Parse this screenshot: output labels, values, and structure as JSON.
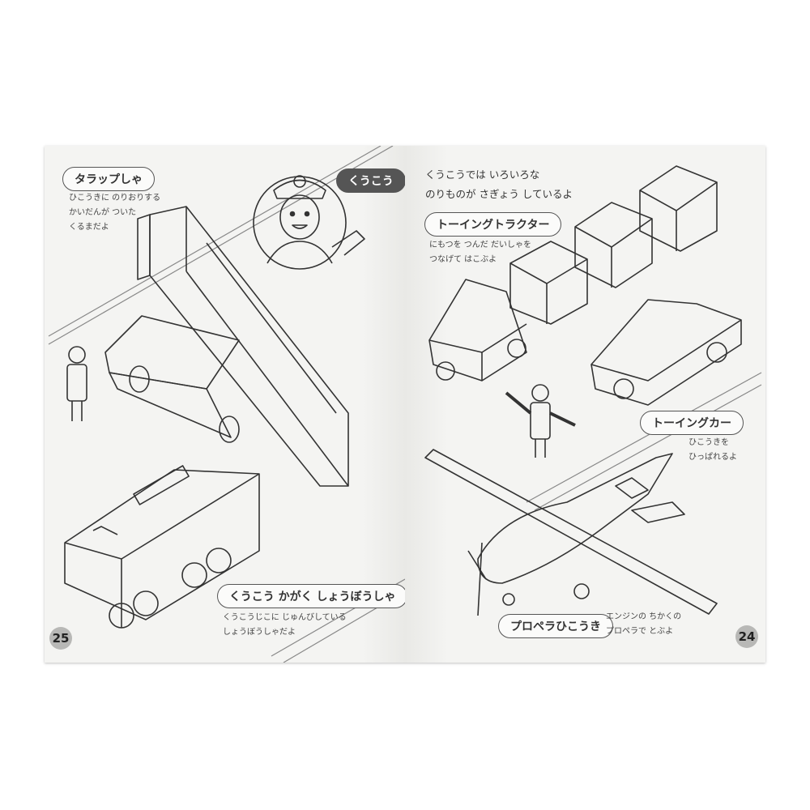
{
  "left_page": {
    "page_number": "25",
    "badge": "くうこう",
    "stair_truck": {
      "title": "タラップしゃ",
      "desc": [
        "ひこうきに のりおりする",
        "かいだんが ついた",
        "くるまだよ"
      ]
    },
    "fire_truck": {
      "title": "くうこう かがく しょうぼうしゃ",
      "desc": [
        "くうこうじこに じゅんびしている",
        "しょうぼうしゃだよ"
      ]
    }
  },
  "right_page": {
    "page_number": "24",
    "intro": [
      "くうこうでは いろいろな",
      "のりものが さぎょう しているよ"
    ],
    "towing_tractor": {
      "title": "トーイングトラクター",
      "desc": [
        "にもつを つんだ だいしゃを",
        "つなげて はこぶよ"
      ]
    },
    "towing_car": {
      "title": "トーイングカー",
      "desc": [
        "ひこうきを",
        "ひっぱれるよ"
      ]
    },
    "propeller_plane": {
      "title": "プロペラひこうき",
      "desc": [
        "エンジンの ちかくの",
        "プロペラで とぶよ"
      ]
    }
  },
  "colors": {
    "page": "#f4f4f2",
    "line": "#333333",
    "badge": "#555555",
    "page_number_bg": "#b8b8b6"
  }
}
